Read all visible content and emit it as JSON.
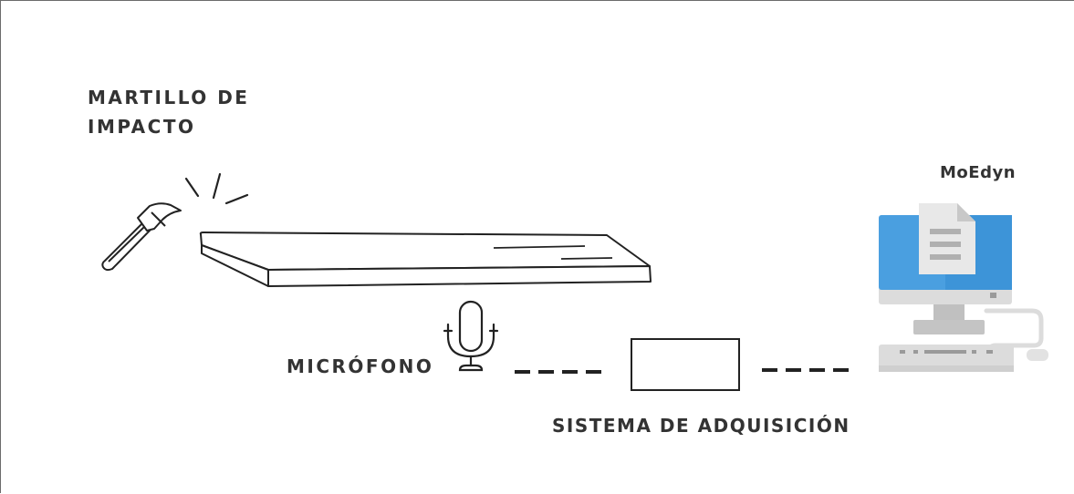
{
  "labels": {
    "hammer_line1": "MARTILLO DE",
    "hammer_line2": "IMPACTO",
    "microphone": "MICRÓFONO",
    "acquisition": "SISTEMA DE ADQUISICIÓN",
    "software": "MoEdyn"
  },
  "colors": {
    "text": "#333333",
    "stroke": "#222222",
    "monitor_frame": "#dcdcdc",
    "screen": "#4a9fe0",
    "document": "#e8e8e8"
  },
  "icons": [
    "hammer-icon",
    "impact-lines-icon",
    "microphone-icon",
    "computer-icon",
    "document-icon"
  ]
}
